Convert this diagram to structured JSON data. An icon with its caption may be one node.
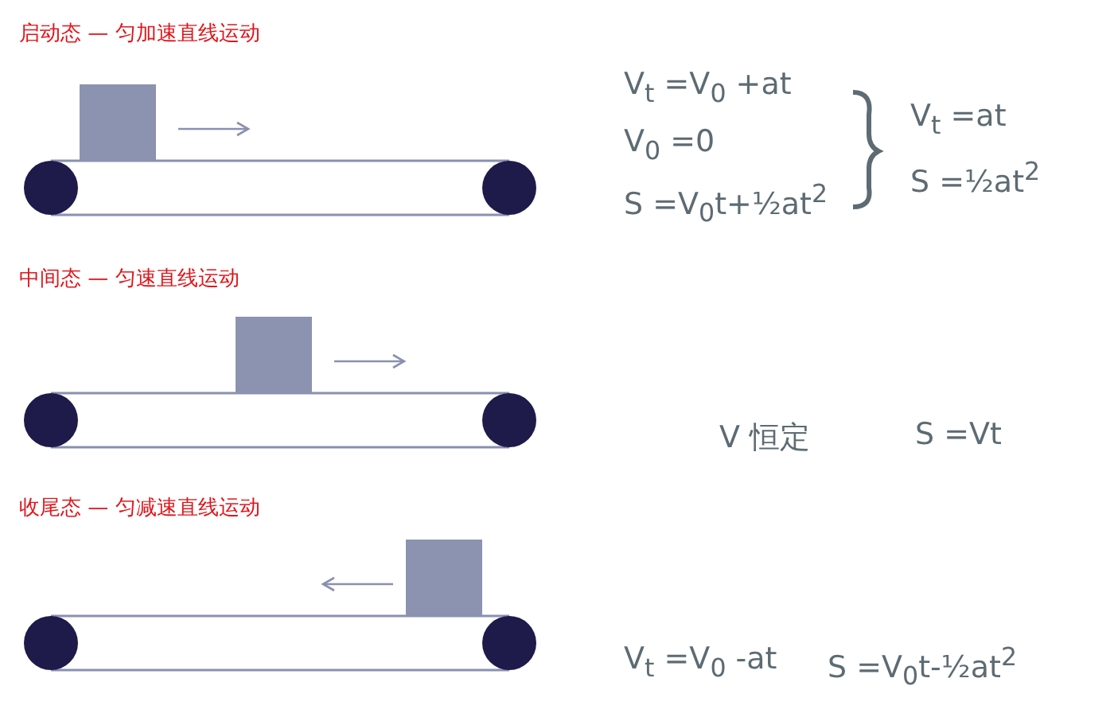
{
  "diagram": {
    "labels": [
      "启动态 — 匀加速直线运动",
      "V$_{t}$ =V$_{0}$ +at",
      "V$_{0}$ =0",
      "S =V$_{0}$t+½at$^{2}$",
      "V$_{t}$ =at",
      "S =½at$^{2}$",
      "中间态 — 匀速直线运动",
      "V 恒定",
      "S =Vt",
      "收尾态 — 匀减速直线运动",
      "V$_{t}$ =V$_{0}$ -at",
      "S =V$_{0}$t-½at$^{2}$"
    ]
  }
}
